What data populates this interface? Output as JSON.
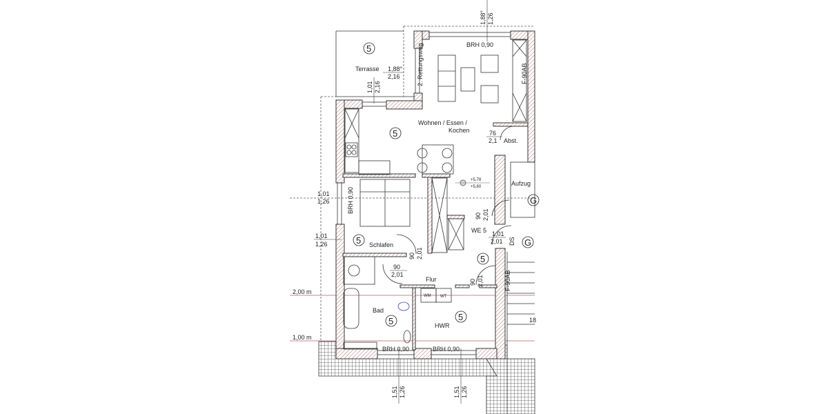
{
  "plan": {
    "unit_label": "WE 5",
    "rooms": {
      "terrace": {
        "name": "Terrasse",
        "number": "5",
        "dim_top": "1,88°",
        "dim_bottom": "2,16"
      },
      "living": {
        "name_line1": "Wohnen / Essen /",
        "name_line2": "Kochen",
        "number": "5"
      },
      "bedroom": {
        "name": "Schlafen",
        "number": "5"
      },
      "hall": {
        "name": "Flur",
        "number": "5"
      },
      "bath": {
        "name": "Bad",
        "number": "5"
      },
      "utility": {
        "name": "HWR",
        "number": "5"
      },
      "storage": {
        "name": "Abst.",
        "dim_top": "76",
        "dim_bottom": "2,1"
      },
      "elevator": {
        "name": "Aufzug"
      },
      "common": {
        "number": "G"
      }
    },
    "labels": {
      "escape_route": "2. Rettungsweg",
      "fire_rating_top": "F-90AB",
      "fire_rating_stairs": "F-90AB",
      "parapet_living": "BRH 0,90",
      "parapet_bedroom": "BRH 0,90",
      "parapet_bath": "BRH 0,90",
      "parapet_utility": "BRH 0,90",
      "washer": "WM",
      "dryer": "WT",
      "door_suffix": "DS",
      "stair_steps": "18",
      "level_top": "+5,78",
      "level_bottom": "+5,60",
      "height_2m": "2,00 m",
      "height_1m": "1,00 m"
    },
    "dimensions": {
      "top_window": [
        "1,88°",
        "1,26"
      ],
      "terrace_door": [
        "1,01",
        "2,16"
      ],
      "left_window_1": [
        "1,01",
        "1,26"
      ],
      "left_window_2": [
        "1,01",
        "1,26"
      ],
      "door_bedroom": [
        "90",
        "2,01"
      ],
      "door_bath": [
        "90",
        "2,01"
      ],
      "door_living": [
        "90",
        "2,01"
      ],
      "door_hwr": [
        "90",
        "2,01"
      ],
      "entry_door": [
        "1,01",
        "2,01"
      ],
      "bottom_window_1": [
        "1,51",
        "1,26"
      ],
      "bottom_window_2": [
        "1,51",
        "1,26"
      ]
    }
  }
}
